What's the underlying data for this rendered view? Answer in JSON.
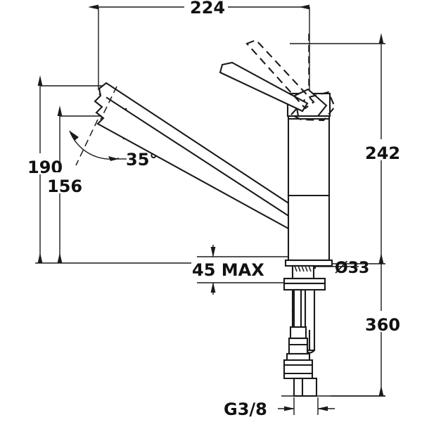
{
  "drawing": {
    "title": "Kitchen mixer tap technical dimension drawing",
    "units": "mm",
    "background_color": "#ffffff",
    "line_color": "#1a1a1a"
  },
  "dimensions": {
    "reach": {
      "label": "224",
      "name": "spout-reach",
      "orientation": "horizontal",
      "position": "top"
    },
    "spout_height_high": {
      "label": "190",
      "name": "spout-height-max",
      "orientation": "vertical",
      "position": "left-outer"
    },
    "spout_height_low": {
      "label": "156",
      "name": "spout-height-min",
      "orientation": "vertical",
      "position": "left-inner"
    },
    "handle_angle": {
      "label": "35°",
      "name": "handle-swing-angle"
    },
    "overall_height": {
      "label": "242",
      "name": "overall-height",
      "orientation": "vertical",
      "position": "right-outer"
    },
    "counter_thickness": {
      "label": "45 MAX",
      "name": "max-counter-thickness",
      "orientation": "vertical"
    },
    "base_diameter": {
      "label": "Ø33",
      "name": "base-diameter"
    },
    "hose_length": {
      "label": "360",
      "name": "supply-hose-length",
      "orientation": "vertical",
      "position": "right-outer-lower"
    },
    "thread_size": {
      "label": "G3/8",
      "name": "supply-thread-size"
    }
  }
}
